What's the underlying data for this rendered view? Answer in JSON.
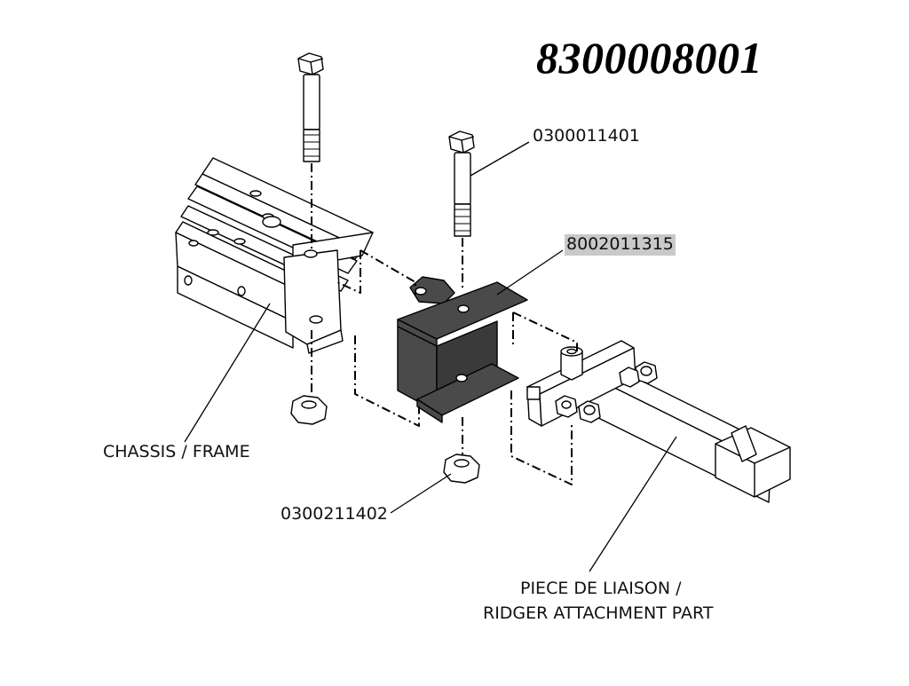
{
  "diagram": {
    "assembly_number": "8300008001",
    "colors": {
      "line": "#000000",
      "part_fill": "#ffffff",
      "bracket_fill": "#4a4a4a",
      "highlight": "#c9c9c9"
    },
    "callouts": {
      "bolt_right": "0300011401",
      "bracket": "8002011315",
      "nut": "0300211402",
      "chassis": "CHASSIS / FRAME",
      "attachment_line1": "PIECE DE LIAISON /",
      "attachment_line2": "RIDGER ATTACHMENT PART"
    },
    "parts": [
      "hex-bolt",
      "hex-bolt",
      "bracket",
      "hex-nut",
      "hex-nut",
      "chassis-frame",
      "ridger-attachment-part"
    ]
  }
}
